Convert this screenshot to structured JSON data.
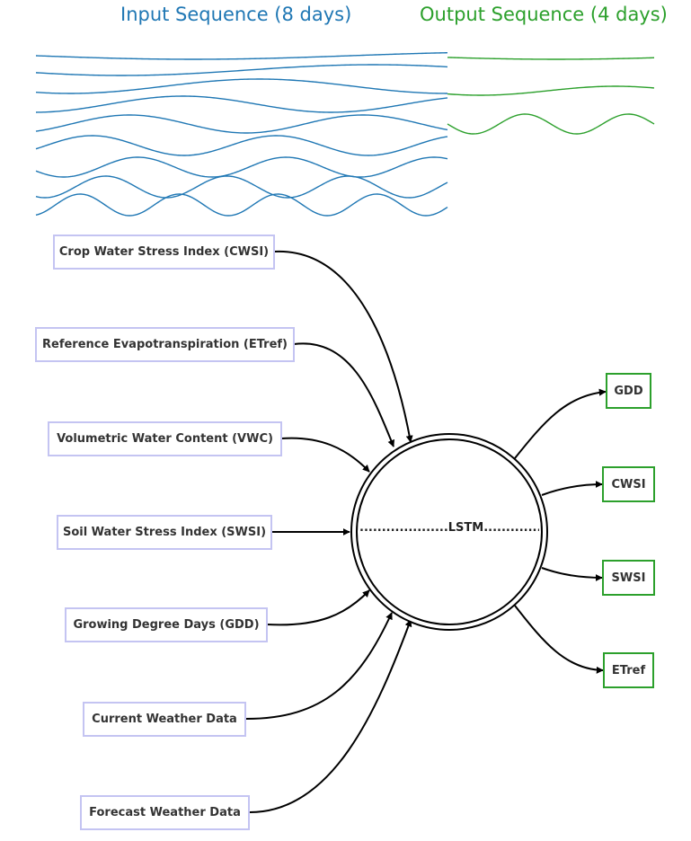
{
  "header": {
    "input_title": "Input Sequence (8 days)",
    "output_title": "Output Sequence (4 days)"
  },
  "colors": {
    "input": "#1f77b4",
    "output": "#2ca02c",
    "input_box_border": "#c4c4f2",
    "arrow": "#000000"
  },
  "inputs": [
    "Crop Water Stress Index (CWSI)",
    "Reference Evapotranspiration (ETref)",
    "Volumetric Water Content (VWC)",
    "Soil Water Stress Index (SWSI)",
    "Growing Degree Days (GDD)",
    "Current Weather Data",
    "Forecast Weather Data"
  ],
  "model": {
    "label": "....................LSTM...................."
  },
  "outputs": [
    "GDD",
    "CWSI",
    "SWSI",
    "ETref"
  ]
}
